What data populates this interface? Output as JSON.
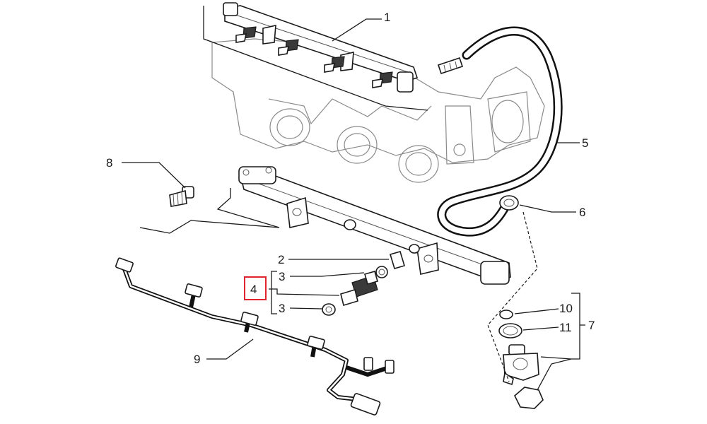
{
  "callouts": [
    {
      "id": "1",
      "text": "1"
    },
    {
      "id": "2",
      "text": "2"
    },
    {
      "id": "3a",
      "text": "3"
    },
    {
      "id": "4",
      "text": "4",
      "highlighted": true
    },
    {
      "id": "3b",
      "text": "3"
    },
    {
      "id": "5",
      "text": "5"
    },
    {
      "id": "6",
      "text": "6"
    },
    {
      "id": "7",
      "text": "7"
    },
    {
      "id": "8",
      "text": "8"
    },
    {
      "id": "9",
      "text": "9"
    },
    {
      "id": "10",
      "text": "10"
    },
    {
      "id": "11",
      "text": "11"
    }
  ],
  "highlight_color": "#e0242f"
}
